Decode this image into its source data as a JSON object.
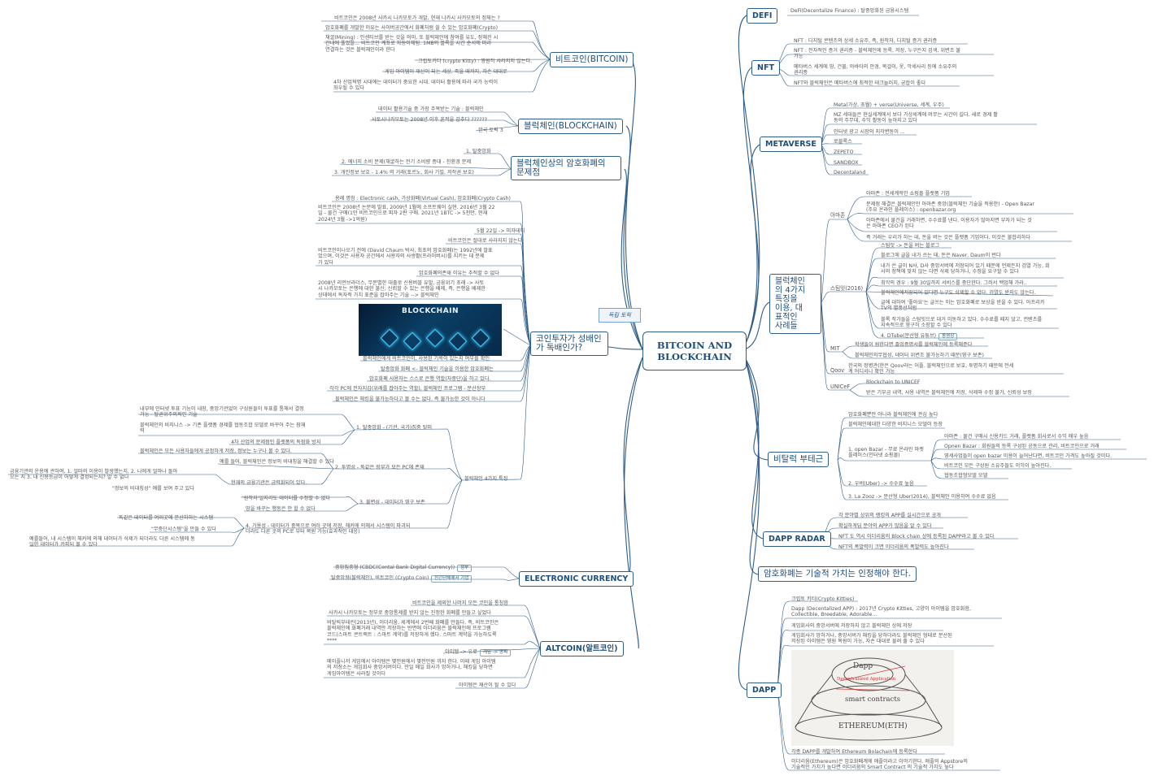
{
  "center": "BITCOIN AND\nBLOCKCHAIN",
  "floating": "독립 토픽",
  "branches": {
    "bitcoin": "비트코인(BITCOIN)",
    "blockchain": "블럭체인(BLOCKCHAIN)",
    "problems": "블럭체인상의 암호화폐의\n문제점",
    "coin_invest": "코인투자가 성배인\n가 독배인가?",
    "electronic": "ELECTRONIC CURRENCY",
    "altcoin": "ALTCOIN(알트코인)",
    "defi": "DEFI",
    "nft": "NFT",
    "metaverse": "METAVERSE",
    "cases": "블럭체인\n의 4가지\n특징을\n이용, 대\n표적인\n사례들",
    "decentral": "비탈럭 부테근",
    "dapp_radar": "DAPP RADAR",
    "value": "암호화폐는 기술적 가치는 인정해야 한다.",
    "dapp": "DAPP"
  },
  "sub": {
    "amazon": "아마존",
    "steemit": "스팀잇(2016)",
    "mit": "MIT",
    "qoov": "Qoov",
    "unicef": "UNICeF"
  },
  "left_notes": {
    "b1": "비트코인은 2008년 사카시 나카모토가 개발, 현재 나카시 사카모토의 정체는 ?",
    "b2": "암호화폐를 개발한 이유는 사이버공간에서 화폐처럼 쓸 수 있는 암호화폐(Crypto)",
    "b3": "채굴(Mining) : 인센티브를 받는 것을 의미, 또 블럭체인에 참여를 유도, 정해진 시\n간내에 풀었을... 비트코인 계좌로 자동이체됨. 1MB의 블록을 시간 순서에 따라\n연결하는 것은 블럭체인이라 한다",
    "b4": "크립토키티 (crypto Kitty) : 영원히 사라지지 않는다.",
    "b5": "게임 아이템이 재산이 되는 세상, 죽을 때까지, 자손 대대로",
    "b6": "4차 산업혁명 시대에는 데이터가 중요한 시대. 데이터 활용에 따라 국가 능력이\n좌우될 수 있다",
    "c1": "데이터 활용기술 중 가장 주목받는 기술 : 블럭체인",
    "c2": "사토시나카모토는 2008년 이후 흔적을 감추다 ??????",
    "c3": "한국 토픽 3",
    "p1": "1. 탈중앙화",
    "p2": "2. 에너지 소비 문제(채굴하는 전기 소비량 증대 - 친환경 문제",
    "p3": "3. 개인정보 보호 - 1.4% 의 거래(포르노, 회사 기밀, 저작권 보호)",
    "i1": "용례 명칭 : Electronic cash, 가상화폐(Virtual Cash), 암호화폐(Crypto Cash)",
    "i2": "비트코인은 2008년 논문에 발표, 2009년 1월에 소프트웨어 실현. 2016년 3월 22\n일 - 물건 구매(1만 비트코인으로 피자 2판 구매. 2021년 1BTC -> 5천만, 현재\n2024년 3월 ->1억원)",
    "i3": "5월 22일 -> 피자데이",
    "i4": "비트코인은 절대로 사라지지 않는다",
    "i5": "비트코인이나오기 전에 (David Chaum 박사, 최초의 암호화폐)는 1992년에 발표\n었으며, 이것은 사용자 공간에서 사용자의 사생활(프라이버시)를 지키는 데 문제\n가 있다",
    "i6": "암호화폐의존재 이유는 추적할 수 없다",
    "i7": "2008년 리먼브라더스, 무분별한 대출로 신용버블 유발, 금융위기 초래 -> 사토\n시 나카모토는 은행에 대한 불신, 신뢰할 수 있는 은행을 배제, 즉, 은행을 배제한\n상태에서 독자적 가치 표준을 잡아주는 기술 --> 블럭체인",
    "i8": "블럭체인에게 비트코인이, 사용된 기록이 있는지 여부를 확인",
    "i9": "탈중앙화 화폐 <- 블럭체인 기술을 이용한 암호화폐는",
    "i10": "암호화폐 사용자는 스스로 은행 역할(자중단)을 하고 있다.",
    "i11": "각각 PC에 전자지갑(위례를 잡아주는 역할), 블럭체인 프로그램 - 분산장부",
    "i12": "블럭체인은 해킹을 불가능하다고 볼 수는 없다. 즉 불가능한 것이 아니다",
    "f0": "블럭체인 4가지 특징",
    "f1": "내부에 인터넷 투표 기능이 내장, 중앙기관없이 구성원들이 투표를 통해서 결정\n가능 - 탈권위주의적인 기술",
    "f2": "블럭체인의 비지니스 -> 기존 플랫폼 경제를 협동조합 모델로 바꾸어 주는 잠재\n력",
    "f3": "4차 산업의 문제점인 플랫폼의 독점화 방지",
    "f4": "1. 탈중앙화 - (기관, 국가)집중 탈피",
    "f5": "블럭체인은 모든 사용자들에게 공정하게 저장, 정보는 누구나 볼 수 있다.",
    "f6": "예를 들어, 블럭체인은 정보의 비대칭을 해결할 수 있다",
    "f7": "금융기관의 운용에 관하여, 1. 얼마의 이용이 발생했는지, 2. 나에게 얼마나 돌아\n오는 지 3. 내 신용등급이 어떻게 결정되는지? 알 수 없다",
    "f8": "현재의 금융기관은 금력화되어 있다.",
    "f9": "2. 투명성 - 똑같은 장부가 모든 PC에 존재",
    "f10": "\"정보의 비대칭성\" 예를 보여 주고 있다",
    "f11": "'원작자'일지라도 데이터를 수정할 수 없다",
    "f12": "땅을 바꾸는 행동은 안 할 수 없다",
    "f13": "3. 불변성 - 데이터가 영구 보존",
    "f14": "똑같은 데이터를 여러곳에 분산하하는 시스템",
    "f15": "\"무중단시스템\"을 만들 수 있다",
    "f16": "4. 가용성 - 데이터가 중복으로 여러 곳에 저장, 해커에 의해서 시스템이 파괴되\n더라도 다른 곳의 PC로 부터 복원 가능(효과적인 대응)",
    "f17": "예를들어, 내 시스템이 해커에 의해 데이터가 삭제가 되더라도 다른 시스템에 동\n일한 데이터가 카피되 볼 수 있다",
    "e1": "중앙집중형 (CBDC(Cental Bank Digital Currency))",
    "e1b": "정부",
    "e2": "탈중앙형(블럭체인), 비트코인 (Crypto Coin)",
    "e2b": "민간단체에서 기업",
    "a1": "비트코인을 제외한 나머지 모든 코인을 통칭함",
    "a2": "사카시 나카모토는 정부로 중앙통제를 받지 않는 진정한 화폐를 만들고 싶었다",
    "a3": "비탈릭부테린(2013년), 이더리움, 세계에서 2번째 화폐를 만들다. 즉, 비트코인은\n블럭체인에 화폐거래 내역만 저장하는 반면에 이더리움은 블럭체인에 프로그램\n코드(스마트 콘트랙트 : 스마트 계약)를 저장하게 했다. 스마트 계약을 가능하도록\n****",
    "a4": "아이템 -> 유료",
    "a5": "게임 -> 공짜",
    "a6": "메이플니저 게임에서 아이템은 몇만원에서 몇천만원 까지 한다. 이때 게임 아이템\n의 저장소는 게임회사 중앙서버이다. 만일 메일 회사가 망하거나, 해킹을 당하면\n게임아이템은 사라질 것이다",
    "a7": "아이템은 재산이 될 수 있다"
  },
  "right_notes": {
    "d1": "DeFi(Decentalize Finance) : 탈중앙화된 금융시스템",
    "n1": "NFT : 디지털 콘텐츠의 상세 소유주, 즉, 원작자, 디지털 증거 권리증",
    "n2": "NFT : 전자적인 증거 권리증 - 블럭체인에 등록, 저장, 누구든지 검색, 위변조 불\n가능",
    "n3": "메타버스 세계에 땅, 건물, 아바타의 안경, 목걸이, 옷, 악세사리 등에 소유주의\n권리증",
    "n4": "NFT와 블럭체인은 메타버스에 최적한 테크놀러지, 궁합이 좋다",
    "m1": "Meta(가상, 초월) + verse(Universe, 세계, 우주)",
    "m2": "MZ 세대들은 현실세계에서 보다 가상세계에 머무는 시간이 길다. 새로 경제 활\n동의 주무대, 수익 활동이 높아지고 있다",
    "m3": "인터넷 광고 시장의 지각변동이 ...",
    "m4": "로블록스",
    "m5": "ZEPETO",
    "m6": "SANDBOX",
    "m7": "Decentaland",
    "am1": "아마존 : 전세계적인 쇼핑몰 플랫폼 기업",
    "am2": "문제점 해결은 블럭체인만 아마존 중앙(블럭체인 기술을 적용한) - Open Bazar\n(주요 온라인 플레이스) : openbazar.org",
    "am3": "아마존에서 물건을 거래하면, 수수료를 낸다. 이용자가 많아지면 부자가 되는 것\n은 아마존 CEO가 된다",
    "am4": "즉 거래는 우리가 하는 데, 돈을 버는 것은 플랫폼 기업이다. 이것은 불합리하다",
    "s1": "스팀잇 -> 돈을 버는 블로그",
    "s2": "블로그에 글을 내가 쓰는 데, 돈은 Naver, Daum이 번다",
    "s3": "내가 쓴 글이 N사, D사 중앙서버에 저장되어 있기 때문에 언제든지 검열 가능, 회\n사의 정책에 맞지 않는 다면 삭제 당하거나, 수정을 요구할 수 있다",
    "s4": "최악의 경우 : 9월 30일까지 서비스를 중단한다. 그러서 백업해 가라..",
    "s5": "블럭체인에저장되어 있다면 누구도 삭제할 수 없다. 검열도 받지도 않는다.",
    "s6": "글에 대하여 '좋아요'는 글쓰는 이는 암호화폐로 보상을 받을 수 있다. 아프리카\nTV의 별풍선처럼",
    "s7": "블록 작가들을 스팀잇으로 대거 이동하고 있다. 수수료를 떼지 않고, 컨텐츠를\n지속적으로 영구히 소장할 수 있다",
    "s8": "4. DTube(분산형 유튜브)",
    "s8b": "동영상",
    "mit1": "학생들이 원한다면 졸업증명서를 블럭체인에 등록해준다",
    "mit2": "블럭체인의무협성, 데이터 위변조 불가능하기 때문(영구 보존)",
    "q1": "한국의 정병관(한은 Qoov라는 어플. 블럭체인으로 보호, 투명하기 때문에 전세\n계 어디서나 확인 가능",
    "u1": "Blockchain to UNICEF",
    "u2": "받은 기부금 내역, 사용 내역은 블럭체인에 저장, 삭제와 수정 불가, 신뢰성 보장",
    "v1": "암호화폐뿐만 아니라 블럭체인에 관심 높다",
    "v2": "블럭체인에대한 다양한 비지니스 모델이 등장",
    "v3": "아마존 : 물건 구매시 신용카드 거래, 플랫폼 회사로서 수익 매우 높음",
    "v4": "Opnen Bazar : 회원들의 등록 구성된 공동으로 관리, 비트코인으로 거래",
    "v5": "영세사업들이 open bazar 이용이 늘어난다면, 비트코인 가격도 높아질 것이다.",
    "v6": "비트코인 모든 구성원 소유주들도 이익이 높아진다.",
    "v7": "협동조합형모델 모델",
    "v8": "1. open Bazar - 무료 온라인 마켓\n플레이스(인터넷 쇼핑몰)",
    "v9": "2. 우버(Uber) -> 수수료 높음",
    "v10": "3. La Zooz -> 분산형 Uber(2014), 블럭체인 이용하여 수수료 없음",
    "r1": "각 분야별 상위의 랭킹의 APP를 실시간으로 공개",
    "r2": "확실하게딥 분야의 APP가 많음을 알 수 있다",
    "r3": "NFT 도 역시 이더리움의 Block chain 상에 등록된 DAPP라고 볼 수 있다",
    "r4": "NFT의 폭발력이 크면 이더리움의 폭발력도 높아진다",
    "dp1": "크립토 키티(Crypto Kitties)",
    "dp2": "Dapp (Decentalized APP) : 2017년 Crypto Kitties, 고양이 아이템을 암호화함,\nCollectible, Breedable, Adorable...",
    "dp3": "게임회사의 중앙서버에 저장하지 않고 블럭체인 상에 저장",
    "dp4": "게임회사가 망하거나, 중앙서버가 해킹을 당하더라도 블럭체인 형태로 분산된\n저장된 아이템은 영원 복원이 가능, 자손 대대로 물려 줄 수 있다",
    "dp5": "각종 DAPP를 개발하여 Ethereum Bolachain에 등록한다",
    "dp6": "이더리움(Ethereum)은 암호화폐계에 애플이라고 이야기한다. 애플의 Appstore의\n기술적인 가치가 높다면 이더리움의 Smart Contract 의 기술적 가치도 높다"
  },
  "images": {
    "blockchain_title": "BLOCKCHAIN",
    "sketch_dapp": "Dapp",
    "sketch_smart": "smart contracts",
    "sketch_eth": "ETHEREUM(ETH)",
    "sketch_red": "Decentralized Application"
  },
  "colors": {
    "line": "#2f5d8a",
    "branch_border": "#2f5d8a",
    "text": "#555555"
  }
}
